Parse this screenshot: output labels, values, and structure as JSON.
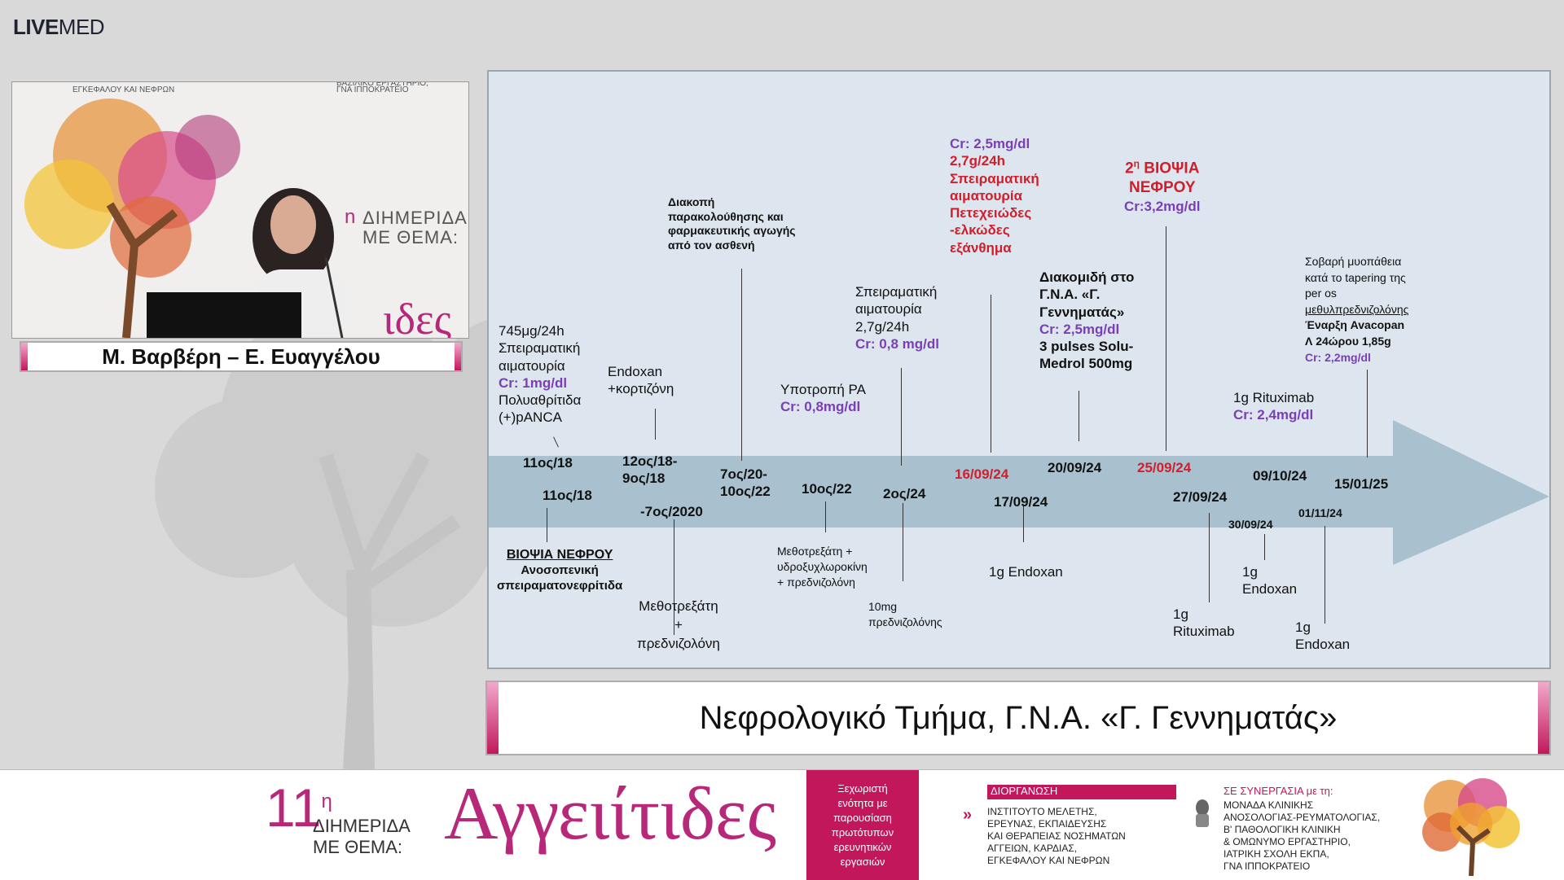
{
  "brand": {
    "bold": "LIVE",
    "rest": "MED"
  },
  "video": {
    "top_left_text": "ΕΓΚΕΦΑΛΟΥ ΚΑΙ ΝΕΦΡΩΝ",
    "top_right_text1": "ΒΑΣΙΛΙΚΟ ΕΡΓΑΣΤΗΡΙΟ,",
    "top_right_text2": "ΓΝΑ ΙΠΠΟΚΡΑΤΕΙΟ",
    "sup": "n",
    "line1": "ΔΙΗΜΕΡΙΔΑ",
    "line2": "ΜΕ ΘΕΜΑ:",
    "brand_word": "ιδες"
  },
  "speaker_name": "Μ. Βαρβέρη – Ε. Ευαγγέλου",
  "slide": {
    "above": {
      "e1": [
        "745μg/24h",
        "Σπειραματική",
        "αιματουρία",
        "Cr: 1mg/dl",
        "Πολυαθρίτιδα",
        "(+)pANCA"
      ],
      "e2": [
        "Endoxan",
        "+κορτιζόνη"
      ],
      "e3": [
        "Διακοπή",
        "παρακολούθησης και",
        "φαρμακευτικής αγωγής",
        "από τον ασθενή"
      ],
      "e4": [
        "Υποτροπή ΡΑ",
        "Cr: 0,8mg/dl"
      ],
      "e5": [
        "Σπειραματική",
        "αιματουρία",
        "2,7g/24h",
        "Cr: 0,8 mg/dl"
      ],
      "e6": [
        "Cr: 2,5mg/dl",
        "2,7g/24h",
        "Σπειραματική",
        "αιματουρία",
        "Πετεχειώδες",
        "-ελκώδες",
        "εξάνθημα"
      ],
      "e7": [
        "Διακομιδή στο",
        "Γ.Ν.Α. «Γ.",
        "Γεννηματάς»",
        "Cr: 2,5mg/dl",
        "3 pulses Solu-",
        "Medrol 500mg"
      ],
      "e8": [
        "2",
        "η",
        " ΒΙΟΨΙΑ",
        "ΝΕΦΡΟΥ",
        "Cr:3,2mg/dl"
      ],
      "e9": [
        "1g Rituximab",
        "Cr: 2,4mg/dl"
      ],
      "e10": [
        "Σοβαρή μυοπάθεια",
        "κατά το tapering της",
        "per os",
        "μεθυλπρεδνιζολόνης",
        "Έναρξη Avacopan",
        "Λ 24ώρου 1,85g",
        "Cr: 2,2mg/dl"
      ]
    },
    "dates": {
      "d1": "11ος/18",
      "d2": "11ος/18",
      "d3a": "12ος/18-",
      "d3b": "9ος/18",
      "d4": "-7ος/2020",
      "d5a": "7ος/20-",
      "d5b": "10ος/22",
      "d6": "10ος/22",
      "d7": "2ος/24",
      "d8": "16/09/24",
      "d9": "17/09/24",
      "d10": "20/09/24",
      "d11": "25/09/24",
      "d12": "27/09/24",
      "d13": "30/09/24",
      "d14": "09/10/24",
      "d15": "01/11/24",
      "d16": "15/01/25"
    },
    "below": {
      "b1": [
        "ΒΙΟΨΙΑ ΝΕΦΡΟΥ",
        "Ανοσοπενική",
        "σπειραματονεφρίτιδα"
      ],
      "b2": [
        "Μεθοτρεξάτη",
        "+",
        "πρεδνιζολόνη"
      ],
      "b3": [
        "Μεθοτρεξάτη +",
        "υδροξυχλωροκίνη",
        "+ πρεδνιζολόνη"
      ],
      "b4": [
        "10mg",
        "πρεδνιζολόνης"
      ],
      "b5": [
        "1g Endoxan"
      ],
      "b6": [
        "1g",
        "Rituximab"
      ],
      "b7": [
        "1g",
        "Endoxan"
      ],
      "b8": [
        "1g",
        "Endoxan"
      ]
    }
  },
  "footer_title": "Νεφρολογικό Τμήμα, Γ.Ν.Α. «Γ. Γεννηματάς»",
  "banner": {
    "number": "11",
    "sup": "η",
    "line1": "ΔΙΗΜΕΡΙΔΑ",
    "line2": "ΜΕ ΘΕΜΑ:",
    "title": "Αγγειίτιδες",
    "pink_lines": [
      "Ξεχωριστή",
      "ενότητα με",
      "παρουσίαση",
      "πρωτότυπων",
      "ερευνητικών",
      "εργασιών"
    ],
    "org_head": "ΔΙΟΡΓΑΝΩΣΗ",
    "org_lines": [
      "ΙΝΣΤΙΤΟΥΤΟ ΜΕΛΕΤΗΣ,",
      "ΕΡΕΥΝΑΣ, ΕΚΠΑΙΔΕΥΣΗΣ",
      "ΚΑΙ ΘΕΡΑΠΕΙΑΣ ΝΟΣΗΜΑΤΩΝ",
      "ΑΓΓΕΙΩΝ, ΚΑΡΔΙΑΣ,",
      "ΕΓΚΕΦΑΛΟΥ ΚΑΙ ΝΕΦΡΩΝ"
    ],
    "syn_head": "ΣΕ ΣΥΝΕΡΓΑΣΙΑ με τη:",
    "syn_lines": [
      "ΜΟΝΑΔΑ ΚΛΙΝΙΚΗΣ",
      "ΑΝΟΣΟΛΟΓΙΑΣ-ΡΕΥΜΑΤΟΛΟΓΙΑΣ,",
      "Β' ΠΑΘΟΛΟΓΙΚΗ ΚΛΙΝΙΚΗ",
      "& ΟΜΩΝΥΜΟ ΕΡΓΑΣΤΗΡΙΟ,",
      "ΙΑΤΡΙΚΗ ΣΧΟΛΗ ΕΚΠΑ,",
      "ΓΝΑ ΙΠΠΟΚΡΑΤΕΙΟ"
    ]
  },
  "colors": {
    "accent": "#c2185b",
    "purple": "#7a3fb6",
    "red": "#cf1f2d",
    "arrow": "#a9c0cf"
  }
}
